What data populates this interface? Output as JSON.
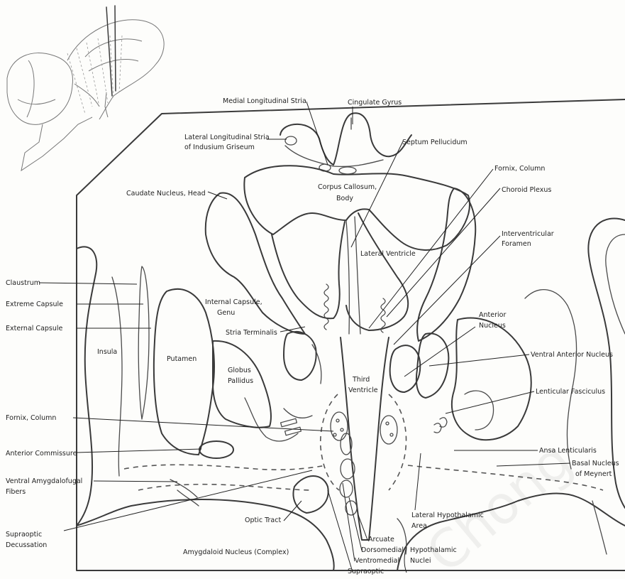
{
  "labels": {
    "medial_longitudinal_stria": "Medial Longitudinal Stria",
    "cingulate_gyrus": "Cingulate Gyrus",
    "lateral_longitudinal_stria_1": "Lateral Longitudinal Stria",
    "lateral_longitudinal_stria_2": "of Indusium Griseum",
    "septum_pellucidum": "Septum Pellucidum",
    "fornix_column_right": "Fornix, Column",
    "choroid_plexus": "Choroid Plexus",
    "caudate_nucleus_head": "Caudate Nucleus, Head",
    "corpus_callosum_1": "Corpus Callosum,",
    "corpus_callosum_2": "Body",
    "interventricular_foramen_1": "Interventricular",
    "interventricular_foramen_2": "Foramen",
    "lateral_ventricle": "Lateral Ventricle",
    "claustrum": "Claustrum",
    "extreme_capsule": "Extreme Capsule",
    "external_capsule": "External Capsule",
    "internal_capsule_1": "Internal Capsule,",
    "internal_capsule_2": "Genu",
    "anterior_nucleus_1": "Anterior",
    "anterior_nucleus_2": "Nucleus",
    "stria_terminalis": "Stria Terminalis",
    "insula": "Insula",
    "putamen": "Putamen",
    "ventral_anterior_nucleus": "Ventral Anterior Nucleus",
    "globus_pallidus_1": "Globus",
    "globus_pallidus_2": "Pallidus",
    "third_ventricle_1": "Third",
    "third_ventricle_2": "Ventricle",
    "lenticular_fasciculus": "Lenticular Fasciculus",
    "fornix_column_left": "Fornix, Column",
    "anterior_commissure": "Anterior Commissure",
    "ansa_lenticularis": "Ansa Lenticularis",
    "basal_nucleus_1": "Basal Nucleus",
    "basal_nucleus_2": "of Meynert",
    "ventral_amygdalofugal_1": "Ventral Amygdalofugal",
    "ventral_amygdalofugal_2": "Fibers",
    "optic_tract": "Optic Tract",
    "lateral_hypothalamic_1": "Lateral Hypothalamic",
    "lateral_hypothalamic_2": "Area",
    "supraoptic_decussation_1": "Supraoptic",
    "supraoptic_decussation_2": "Decussation",
    "arcuate": "Arcuate",
    "dorsomedial": "Dorsomedial",
    "ventromedial": "Ventromedial",
    "supraoptic": "Supraoptic",
    "hypothalamic_nuclei_1": "Hypothalamic",
    "hypothalamic_nuclei_2": "Nuclei",
    "amygdaloid_nucleus": "Amygdaloid Nucleus (Complex)"
  },
  "watermark": "Chong"
}
